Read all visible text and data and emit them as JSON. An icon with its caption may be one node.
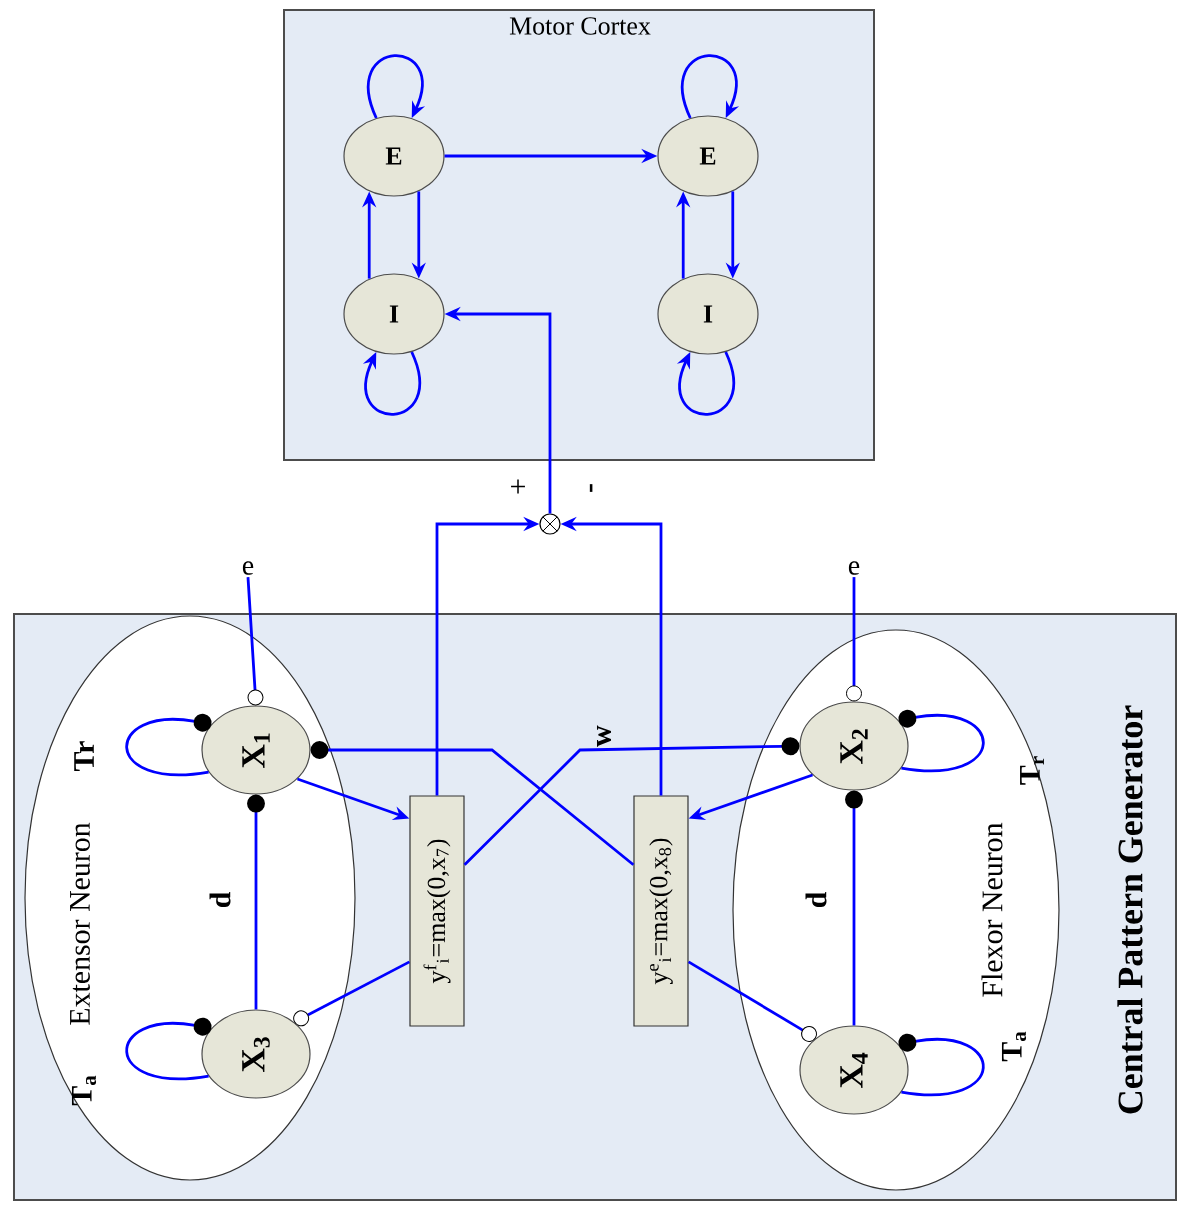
{
  "diagram": {
    "nodes": [
      {
        "text": [
          "Motor Cortex"
        ]
      },
      {
        "text": [
          "E"
        ],
        "in": 0
      },
      {
        "text": [
          "E"
        ],
        "in": 0
      },
      {
        "text": [
          "I"
        ],
        "in": 0
      },
      {
        "text": [
          "I"
        ],
        "in": 0
      },
      {
        "text": [],
        "shape": "circle"
      },
      {
        "text": [
          "Central Pattern Generator"
        ]
      },
      {
        "text": [
          "Extensor Neuron"
        ],
        "in": 6
      },
      {
        "text": [
          "Flexor Neuron"
        ],
        "in": 6
      },
      {
        "text": [
          "X$_{1}$"
        ],
        "in": 7
      },
      {
        "text": [
          "X$_{3}$"
        ],
        "in": 7
      },
      {
        "text": [
          "X$_{2}$"
        ],
        "in": 8
      },
      {
        "text": [
          "X$_{4}$"
        ],
        "in": 8
      },
      {
        "text": [
          "y$^{f}$$_{i}$=max(0,x$_{7}$)"
        ],
        "in": 6
      },
      {
        "text": [
          "y$^{e}$$_{i}$=max(0,x$_{8}$)"
        ],
        "in": 6
      },
      {
        "text": [
          "e"
        ]
      },
      {
        "text": [
          "e"
        ]
      }
    ],
    "edges": [
      {
        "from": 1,
        "to": 1,
        "arrow": "to"
      },
      {
        "from": 1,
        "to": 2,
        "arrow": "to"
      },
      {
        "from": 1,
        "to": 3,
        "arrow": "to"
      },
      {
        "from": 3,
        "to": 1,
        "arrow": "to"
      },
      {
        "from": 3,
        "to": 3,
        "arrow": "to"
      },
      {
        "from": 2,
        "to": 2,
        "arrow": "to"
      },
      {
        "from": 2,
        "to": 4,
        "arrow": "to"
      },
      {
        "from": 4,
        "to": 2,
        "arrow": "to"
      },
      {
        "from": 4,
        "to": 4,
        "arrow": "to"
      },
      {
        "from": 5,
        "to": 3,
        "arrow": "to"
      },
      {
        "from": 13,
        "to": 5,
        "arrow": "to",
        "label": "+"
      },
      {
        "from": 14,
        "to": 5,
        "arrow": "to",
        "label": "-"
      },
      {
        "from": 15,
        "to": 9,
        "arrow": "other"
      },
      {
        "from": 16,
        "to": 11,
        "arrow": "other"
      },
      {
        "from": 9,
        "to": 9,
        "arrow": "other",
        "label": "Tr"
      },
      {
        "from": 10,
        "to": 10,
        "arrow": "other",
        "label": "T$_{a}$"
      },
      {
        "from": 11,
        "to": 11,
        "arrow": "other",
        "label": "T$_{r}$"
      },
      {
        "from": 12,
        "to": 12,
        "arrow": "other",
        "label": "T$_{a}$"
      },
      {
        "from": 10,
        "to": 9,
        "arrow": "other",
        "label": "d"
      },
      {
        "from": 12,
        "to": 11,
        "arrow": "other",
        "label": "d"
      },
      {
        "from": 9,
        "to": 13,
        "arrow": "to"
      },
      {
        "from": 11,
        "to": 14,
        "arrow": "to"
      },
      {
        "from": 13,
        "to": 10,
        "arrow": "other"
      },
      {
        "from": 14,
        "to": 12,
        "arrow": "other"
      },
      {
        "from": 14,
        "to": 9,
        "arrow": "other"
      },
      {
        "from": 13,
        "to": 11,
        "arrow": "other",
        "label": "w"
      }
    ]
  }
}
